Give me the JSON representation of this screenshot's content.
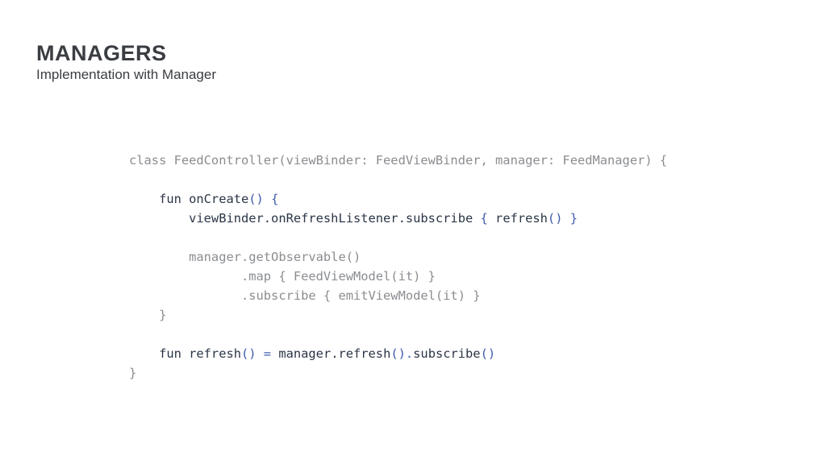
{
  "slide": {
    "title": "MANAGERS",
    "subtitle": "Implementation with Manager"
  },
  "colors": {
    "heading": "#3a3d42",
    "code_dim": "#8a8d91",
    "code_dark": "#2b3546",
    "code_accent": "#3f5cae",
    "background": "#ffffff"
  },
  "code": {
    "language": "kotlin",
    "lines": [
      [
        {
          "t": "class FeedController(viewBinder: FeedViewBinder, manager: FeedManager) {",
          "s": "dim"
        }
      ],
      [],
      [
        {
          "t": "    fun onCreate",
          "s": "dark"
        },
        {
          "t": "() {",
          "s": "blue"
        }
      ],
      [
        {
          "t": "        viewBinder.onRefreshListener.subscribe ",
          "s": "dark"
        },
        {
          "t": "{ ",
          "s": "blue"
        },
        {
          "t": "refresh",
          "s": "dark"
        },
        {
          "t": "() }",
          "s": "blue"
        }
      ],
      [],
      [
        {
          "t": "        manager.getObservable()",
          "s": "dim"
        }
      ],
      [
        {
          "t": "               .map { FeedViewModel(it) }",
          "s": "dim"
        }
      ],
      [
        {
          "t": "               .subscribe { emitViewModel(it) }",
          "s": "dim"
        }
      ],
      [
        {
          "t": "    }",
          "s": "dim"
        }
      ],
      [],
      [
        {
          "t": "    fun refresh",
          "s": "dark"
        },
        {
          "t": "() = ",
          "s": "blue"
        },
        {
          "t": "manager.refresh",
          "s": "dark"
        },
        {
          "t": "().",
          "s": "blue"
        },
        {
          "t": "subscribe",
          "s": "dark"
        },
        {
          "t": "()",
          "s": "blue"
        }
      ],
      [
        {
          "t": "}",
          "s": "dim"
        }
      ]
    ]
  }
}
